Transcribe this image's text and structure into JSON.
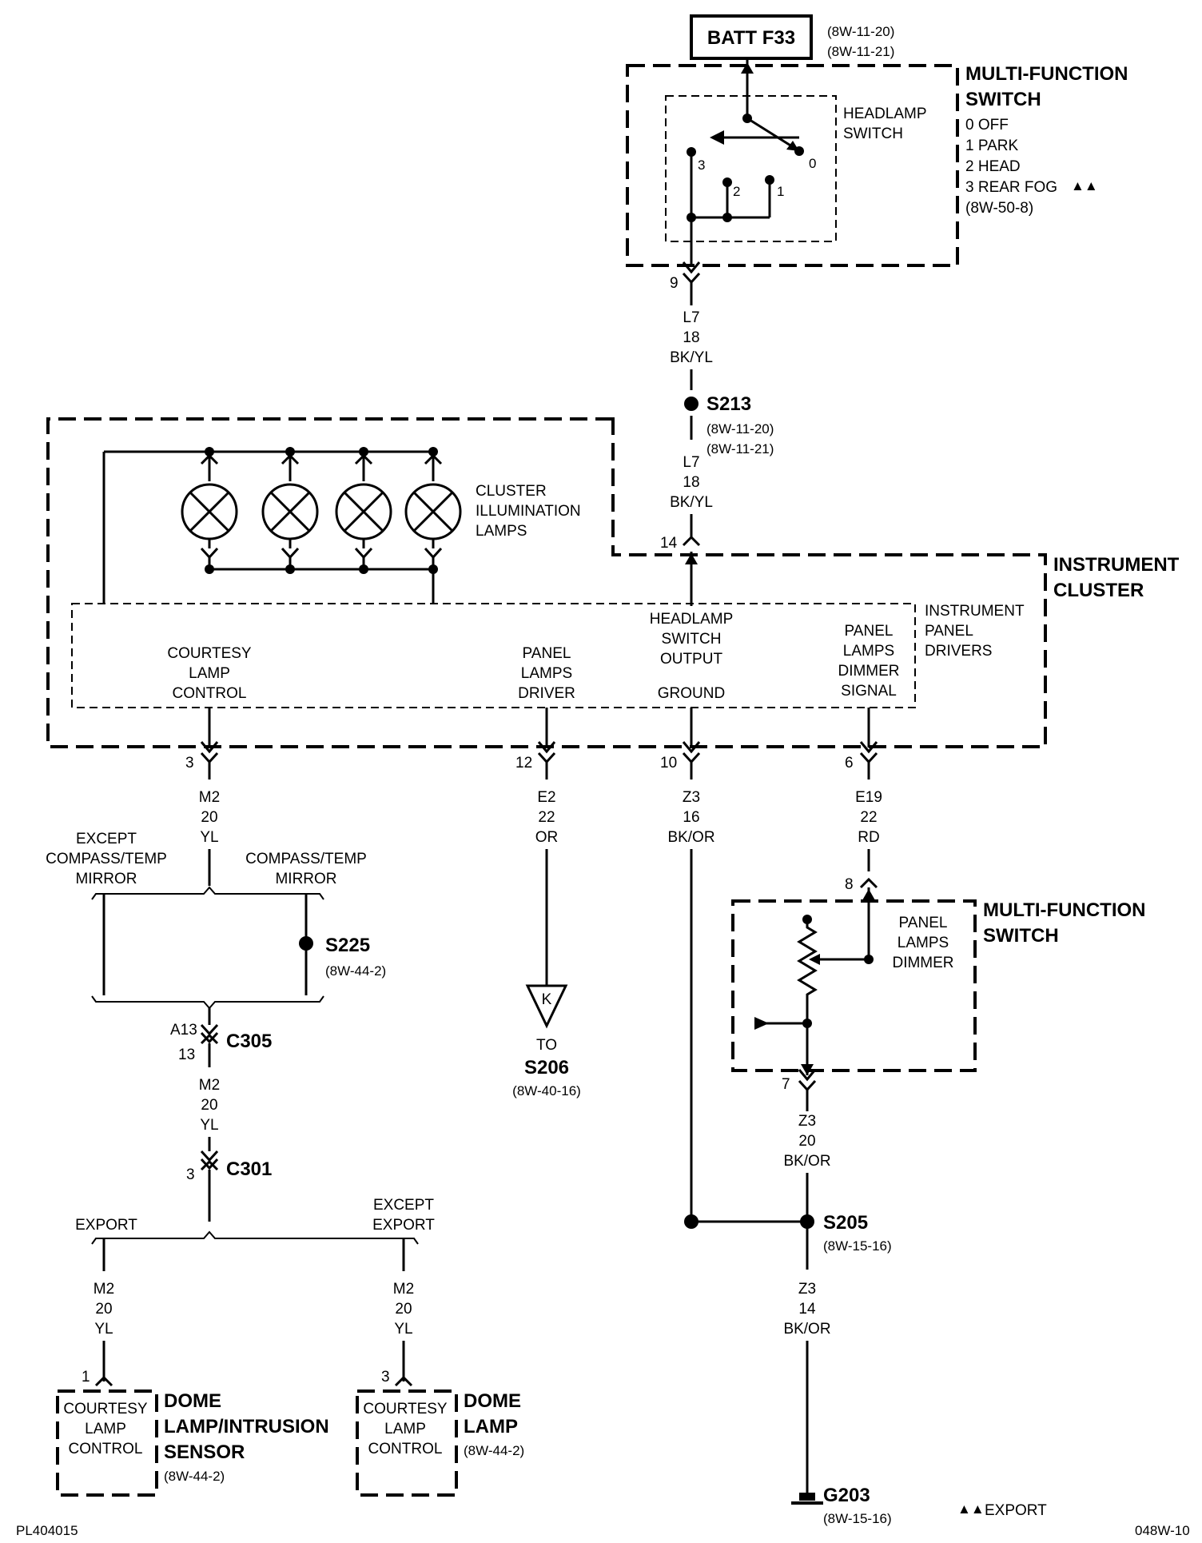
{
  "batt": {
    "label": "BATT F33",
    "refs": [
      "(8W-11-20)",
      "(8W-11-21)"
    ]
  },
  "mfs_top": {
    "title": [
      "MULTI-FUNCTION",
      "SWITCH"
    ],
    "positions": [
      "0 OFF",
      "1 PARK",
      "2 HEAD",
      "3 REAR FOG"
    ],
    "fog_marker": "▲▲",
    "ref": "(8W-50-8)",
    "headlamp_switch": [
      "HEADLAMP",
      "SWITCH"
    ],
    "contacts": [
      "0",
      "1",
      "2",
      "3"
    ]
  },
  "l7_upper": {
    "pin": "9",
    "circuit": [
      "L7",
      "18",
      "BK/YL"
    ]
  },
  "s213": {
    "label": "S213",
    "refs": [
      "(8W-11-20)",
      "(8W-11-21)"
    ]
  },
  "l7_lower": {
    "pin": "14",
    "circuit": [
      "L7",
      "18",
      "BK/YL"
    ]
  },
  "cluster": {
    "title": [
      "INSTRUMENT",
      "CLUSTER"
    ],
    "lamps_label": [
      "CLUSTER",
      "ILLUMINATION",
      "LAMPS"
    ],
    "drivers_label": [
      "INSTRUMENT",
      "PANEL",
      "DRIVERS"
    ],
    "courtesy": [
      "COURTESY",
      "LAMP",
      "CONTROL"
    ],
    "panel_driver": [
      "PANEL",
      "LAMPS",
      "DRIVER"
    ],
    "headlamp_output": [
      "HEADLAMP",
      "SWITCH",
      "OUTPUT"
    ],
    "ground": "GROUND",
    "dimmer_signal": [
      "PANEL",
      "LAMPS",
      "DIMMER",
      "SIGNAL"
    ]
  },
  "outputs": {
    "m2": {
      "pin": "3",
      "circuit": [
        "M2",
        "20",
        "YL"
      ]
    },
    "e2": {
      "pin": "12",
      "circuit": [
        "E2",
        "22",
        "OR"
      ]
    },
    "z3": {
      "pin": "10",
      "circuit": [
        "Z3",
        "16",
        "BK/OR"
      ]
    },
    "e19": {
      "pin": "6",
      "circuit": [
        "E19",
        "22",
        "RD"
      ]
    }
  },
  "mirror_split": {
    "left": [
      "EXCEPT",
      "COMPASS/TEMP",
      "MIRROR"
    ],
    "right": [
      "COMPASS/TEMP",
      "MIRROR"
    ]
  },
  "s225": {
    "label": "S225",
    "ref": "(8W-44-2)"
  },
  "c305": {
    "label": "C305",
    "pin_top": "A13",
    "pin_bottom": "13"
  },
  "m2_mid": {
    "circuit": [
      "M2",
      "20",
      "YL"
    ]
  },
  "c301": {
    "label": "C301",
    "pin": "3"
  },
  "export_split": {
    "left": [
      "EXPORT"
    ],
    "right": [
      "EXCEPT",
      "EXPORT"
    ]
  },
  "dome_intrusion": {
    "pin": "1",
    "circuit": [
      "M2",
      "20",
      "YL"
    ],
    "inner": [
      "COURTESY",
      "LAMP",
      "CONTROL"
    ],
    "title": [
      "DOME",
      "LAMP/INTRUSION",
      "SENSOR"
    ],
    "ref": "(8W-44-2)"
  },
  "dome_lamp": {
    "pin": "3",
    "circuit": [
      "M2",
      "20",
      "YL"
    ],
    "inner": [
      "COURTESY",
      "LAMP",
      "CONTROL"
    ],
    "title": [
      "DOME",
      "LAMP"
    ],
    "ref": "(8W-44-2)"
  },
  "to_s206": {
    "marker": "K",
    "to": "TO",
    "label": "S206",
    "ref": "(8W-40-16)"
  },
  "mfs_dimmer": {
    "pin_top": "8",
    "pin_bottom": "7",
    "title": [
      "MULTI-FUNCTION",
      "SWITCH"
    ],
    "label": [
      "PANEL",
      "LAMPS",
      "DIMMER"
    ]
  },
  "z3_20": {
    "circuit": [
      "Z3",
      "20",
      "BK/OR"
    ]
  },
  "s205": {
    "label": "S205",
    "ref": "(8W-15-16)"
  },
  "z3_14": {
    "circuit": [
      "Z3",
      "14",
      "BK/OR"
    ]
  },
  "g203": {
    "label": "G203",
    "ref": "(8W-15-16)"
  },
  "legend": {
    "marker": "▲▲",
    "label": "EXPORT"
  },
  "footer": {
    "left": "PL404015",
    "right": "048W-10"
  }
}
